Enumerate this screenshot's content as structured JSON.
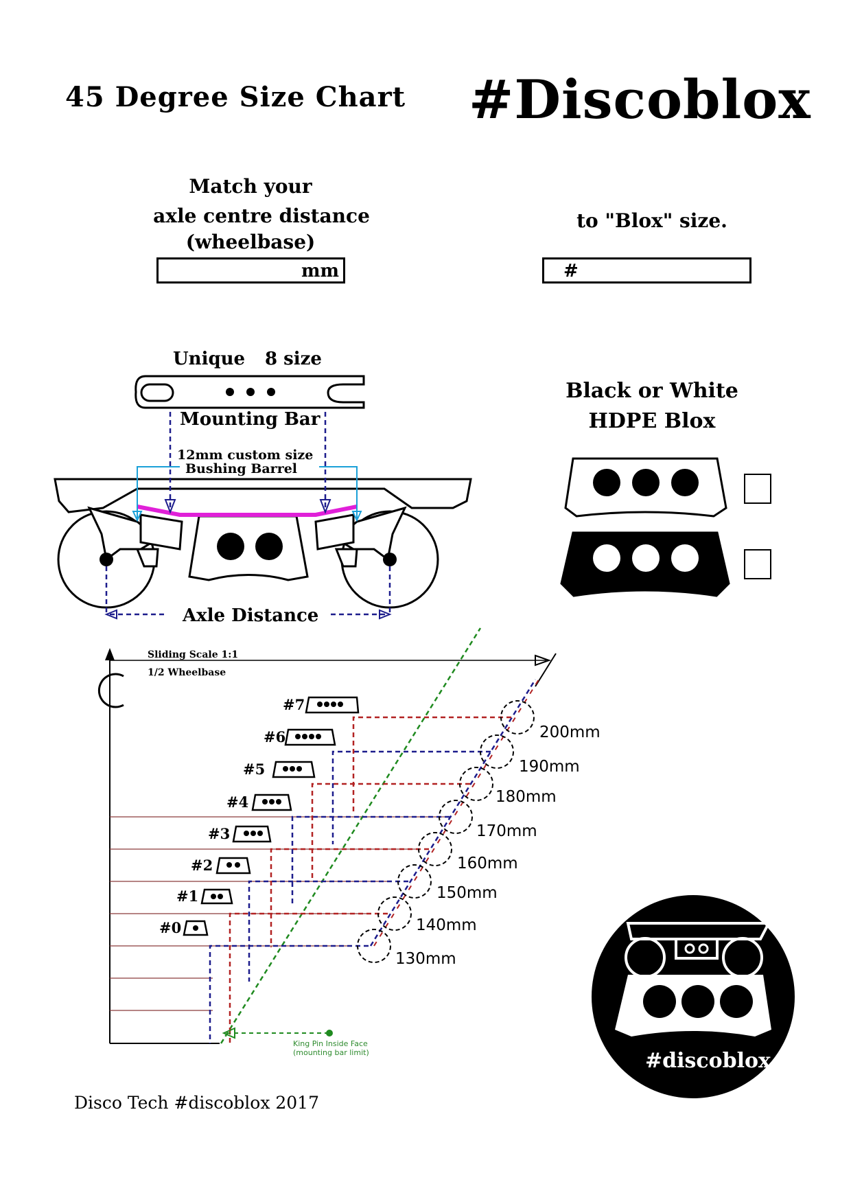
{
  "header": {
    "title": "45 Degree Size Chart",
    "brand": "#Discoblox"
  },
  "instructions": {
    "line1": "Match your",
    "line2": "axle centre distance",
    "line3": "(wheelbase)",
    "wheelbase_unit": "mm",
    "to_blox": "to \"Blox\" size.",
    "blox_prefix": "#"
  },
  "mounting": {
    "unique": "Unique",
    "size": "8 size",
    "mounting_bar": "Mounting Bar",
    "custom_size": "12mm custom size",
    "bushing_barrel": "Bushing Barrel",
    "axle_distance": "Axle Distance"
  },
  "material": {
    "line1": "Black or White",
    "line2": "HDPE Blox"
  },
  "scale": {
    "label1": "Sliding Scale 1:1",
    "label2": "1/2 Wheelbase",
    "king_pin1": "King Pin Inside Face",
    "king_pin2": "(mounting bar limit)"
  },
  "sizes": [
    {
      "blox": "#0",
      "wheelbase": "130mm"
    },
    {
      "blox": "#1",
      "wheelbase": "140mm"
    },
    {
      "blox": "#2",
      "wheelbase": "150mm"
    },
    {
      "blox": "#3",
      "wheelbase": "160mm"
    },
    {
      "blox": "#4",
      "wheelbase": "170mm"
    },
    {
      "blox": "#5",
      "wheelbase": "180mm"
    },
    {
      "blox": "#6",
      "wheelbase": "190mm"
    },
    {
      "blox": "#7",
      "wheelbase": "200mm"
    }
  ],
  "footer": "Disco Tech  #discoblox 2017",
  "logo": "#discoblox",
  "colors": {
    "blue": "#1c1c8c",
    "red": "#b22222",
    "green": "#1f8a1f",
    "cyan": "#1aa0d8",
    "magenta": "#e020d8"
  }
}
